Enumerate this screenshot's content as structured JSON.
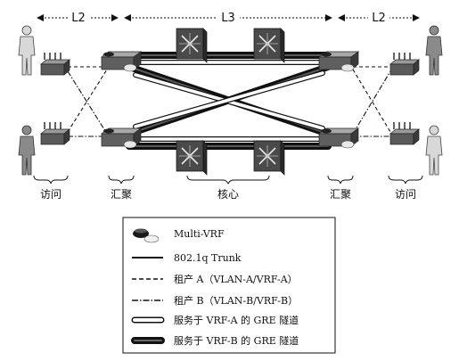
{
  "header": {
    "left_zone": "L2",
    "center_zone": "L3",
    "right_zone": "L2"
  },
  "bottom_labels": {
    "access_left": "访问",
    "aggregation_left": "汇聚",
    "core": "核心",
    "aggregation_right": "汇聚",
    "access_right": "访问"
  },
  "legend": {
    "items": [
      {
        "symbol": "router-icon",
        "label": "Multi-VRF"
      },
      {
        "symbol": "solid-line",
        "label": "802.1q Trunk"
      },
      {
        "symbol": "dashed-line",
        "label": "租产 A（VLAN-A/VRF-A）"
      },
      {
        "symbol": "dash-dot-line",
        "label": "租产 B（VLAN-B/VRF-B）"
      },
      {
        "symbol": "white-tunnel",
        "label": "服务于 VRF-A 的 GRE 隧道"
      },
      {
        "symbol": "black-tunnel",
        "label": "服务于 VRF-B 的 GRE 隧道"
      }
    ]
  },
  "colors": {
    "line": "#111111",
    "device_fill": "#5a5a5a",
    "tunnel_dark": "#1a1a1a",
    "tunnel_light": "#ffffff"
  }
}
